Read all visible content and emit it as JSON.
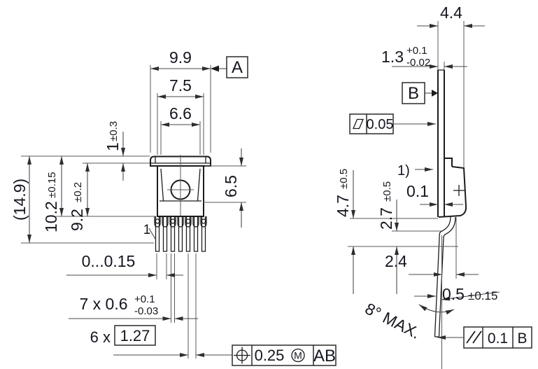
{
  "drawing": {
    "front": {
      "dim_tab_width": "9.9",
      "datum_a": "A",
      "dim_body_width": "7.5",
      "dim_top_width": "6.6",
      "dim_step": "1",
      "dim_step_tol": "±0.3",
      "dim_pad_height": "6.5",
      "dim_overall": "(14.9)",
      "dim_height": "10.2",
      "dim_height_tol": "±0.15",
      "dim_body_height": "9.2",
      "dim_body_height_tol": "±0.2",
      "pin1_label": "1",
      "dim_standoff": "0...0.15",
      "dim_lead_width": "7 x 0.6",
      "dim_lead_width_tol_plus": "+0.1",
      "dim_lead_width_tol_minus": "-0.03",
      "dim_pitch_prefix": "6 x",
      "dim_pitch": "1.27",
      "fcf_position": {
        "tol": "0.25",
        "modifier": "M",
        "datums": "AB"
      }
    },
    "side": {
      "dim_depth": "4.4",
      "dim_tab_thk": "1.3",
      "dim_tab_thk_plus": "+0.1",
      "dim_tab_thk_minus": "-0.02",
      "datum_b": "B",
      "fcf_flatness_tol": "0.05",
      "note_ref": "1)",
      "dim_offset": "0.1",
      "dim_lead_len": "4.7",
      "dim_lead_len_tol": "±0.5",
      "dim_lead_straight": "2.7",
      "dim_lead_straight_tol": "±0.5",
      "dim_setback": "2.4",
      "dim_lead_thk": "0.5",
      "dim_lead_thk_tol": "±0.15",
      "angle_max": "8° MAX.",
      "fcf_parallel": {
        "tol": "0.1",
        "datum": "B"
      }
    }
  }
}
